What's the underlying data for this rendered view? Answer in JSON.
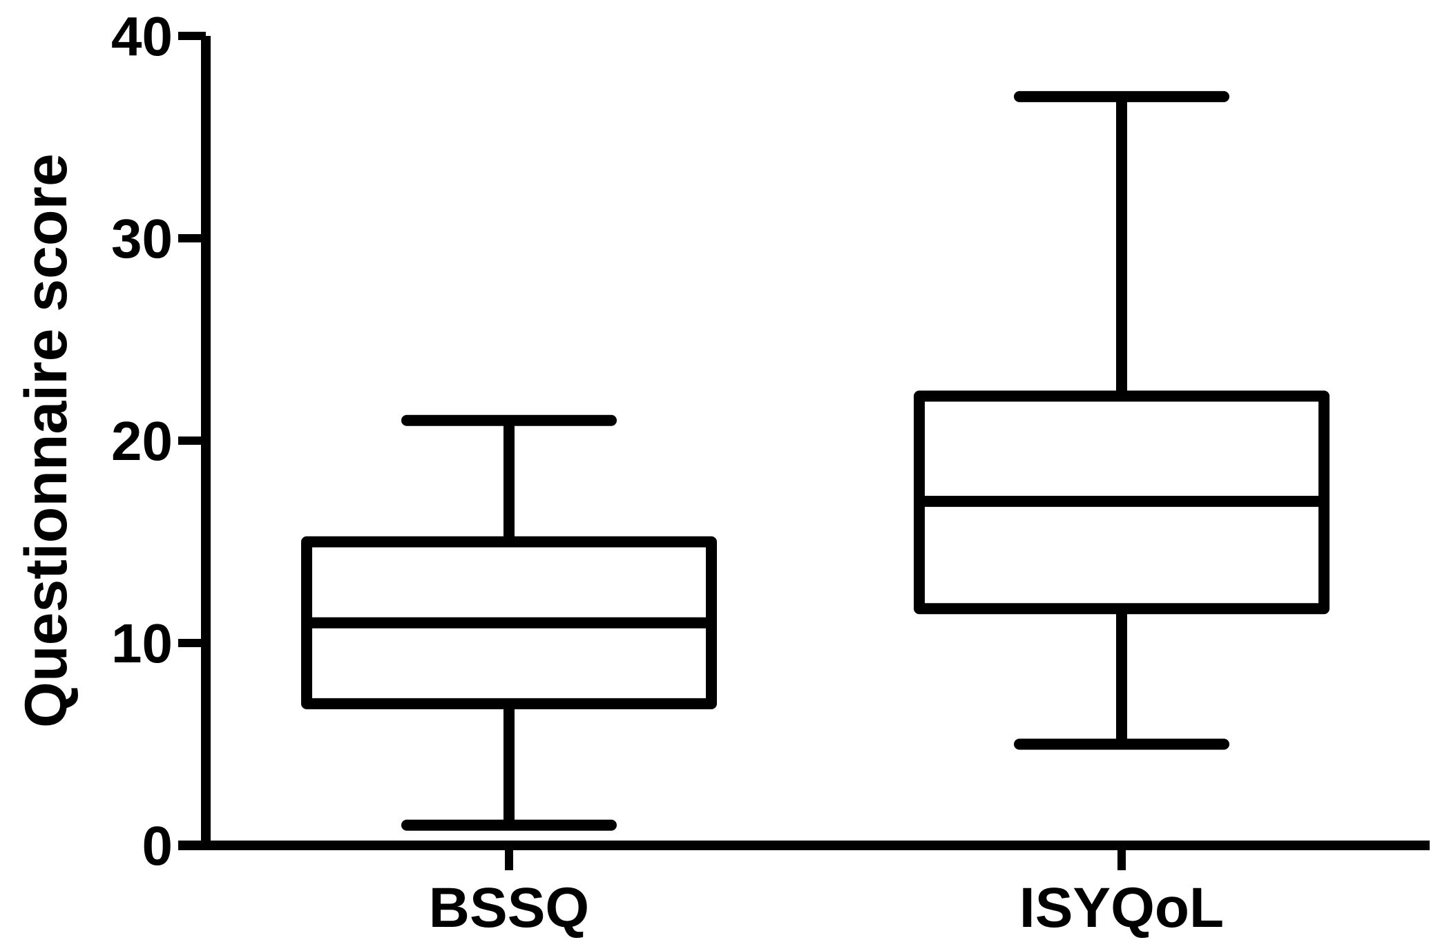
{
  "chart_data": {
    "type": "box",
    "title": "",
    "xlabel": "",
    "ylabel": "Questionnaire score",
    "ylim": [
      0,
      40
    ],
    "yticks": [
      0,
      10,
      20,
      30,
      40
    ],
    "ytick_labels": [
      "0",
      "10",
      "20",
      "30",
      "40"
    ],
    "grid": false,
    "legend": "none",
    "categories": [
      "BSSQ",
      "ISYQoL"
    ],
    "series": [
      {
        "category": "BSSQ",
        "min": 1,
        "q1": 7,
        "median": 11,
        "q3": 15,
        "max": 21
      },
      {
        "category": "ISYQoL",
        "min": 5,
        "q1": 11.7,
        "median": 17,
        "q3": 22.2,
        "max": 37
      }
    ],
    "colors": {
      "stroke": "#000000",
      "background": "#ffffff"
    }
  }
}
